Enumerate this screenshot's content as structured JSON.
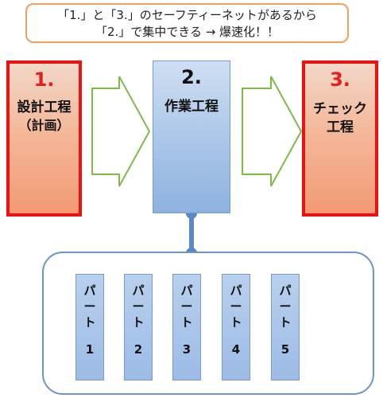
{
  "callout": {
    "line1": "「1.」と「3.」のセーフティーネットがあるから",
    "line2": "「2.」で集中できる → 爆速化！！"
  },
  "stages": [
    {
      "number": "1.",
      "label": "設計工程",
      "sublabel": "（計画）"
    },
    {
      "number": "2.",
      "label": "作業工程"
    },
    {
      "number": "3.",
      "label_line1": "チェック",
      "label_line2": "工程"
    }
  ],
  "parts": [
    {
      "kana1": "パ",
      "kana2": "ー",
      "kana3": "ト",
      "num": "1"
    },
    {
      "kana1": "パ",
      "kana2": "ー",
      "kana3": "ト",
      "num": "2"
    },
    {
      "kana1": "パ",
      "kana2": "ー",
      "kana3": "ト",
      "num": "3"
    },
    {
      "kana1": "パ",
      "kana2": "ー",
      "kana3": "ト",
      "num": "4"
    },
    {
      "kana1": "パ",
      "kana2": "ー",
      "kana3": "ト",
      "num": "5"
    }
  ],
  "colors": {
    "red_border": "#ee1111",
    "number_red": "#e61e1e",
    "arrow_green": "#7dbb4a",
    "blue": "#6d93c9",
    "callout_border": "#f0a060"
  }
}
